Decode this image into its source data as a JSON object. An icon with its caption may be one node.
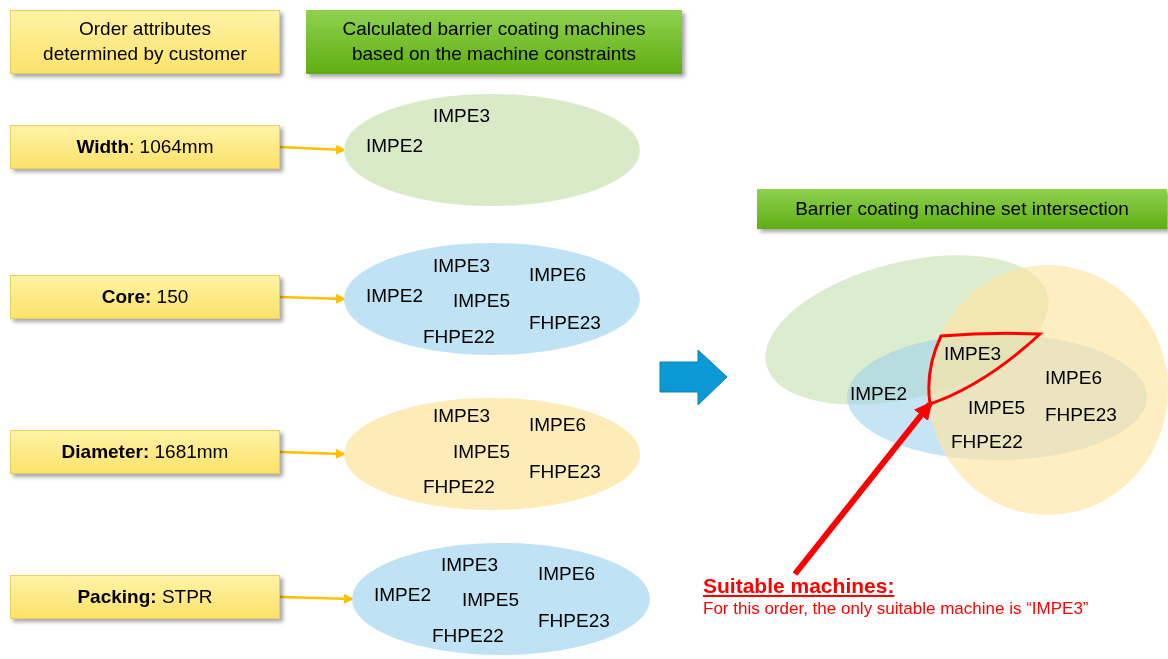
{
  "diagram": {
    "nodes": [
      {
        "text": [
          "Order attributes determined by customer"
        ]
      },
      {
        "text": [
          "Calculated barrier coating machines based on the machine constraints"
        ]
      },
      {
        "text": [
          "**Width**: 1064mm"
        ]
      },
      {
        "text": [
          "IMPE3",
          "IMPE2"
        ]
      },
      {
        "text": [
          "**Core:** 150"
        ]
      },
      {
        "text": [
          "IMPE3",
          "IMPE6",
          "IMPE2",
          "IMPE5",
          "FHPE23",
          "FHPE22"
        ]
      },
      {
        "text": [
          "**Diameter:** 1681mm"
        ]
      },
      {
        "text": [
          "IMPE3",
          "IMPE6",
          "IMPE5",
          "FHPE23",
          "FHPE22"
        ]
      },
      {
        "text": [
          "**Packing:** STPR"
        ]
      },
      {
        "text": [
          "IMPE3",
          "IMPE6",
          "IMPE2",
          "IMPE5",
          "FHPE23",
          "FHPE22"
        ]
      },
      {
        "text": [
          "Barrier coating machine set intersection"
        ]
      },
      {
        "text": [
          "IMPE3"
        ]
      },
      {
        "text": [
          "Suitable machines:",
          "For this order, the only suitable machine is “IMPE3”"
        ]
      }
    ],
    "edges": [
      {
        "from": 2,
        "to": 3,
        "arrow": "to"
      },
      {
        "from": 4,
        "to": 5,
        "arrow": "to"
      },
      {
        "from": 6,
        "to": 7,
        "arrow": "to"
      },
      {
        "from": 8,
        "to": 9,
        "arrow": "to"
      },
      {
        "from": 12,
        "to": 11,
        "arrow": "to",
        "style": "thick",
        "color": "#ff0000"
      }
    ],
    "labels": [
      "IMPE6",
      "IMPE2",
      "IMPE5",
      "FHPE23",
      "FHPE22"
    ]
  }
}
